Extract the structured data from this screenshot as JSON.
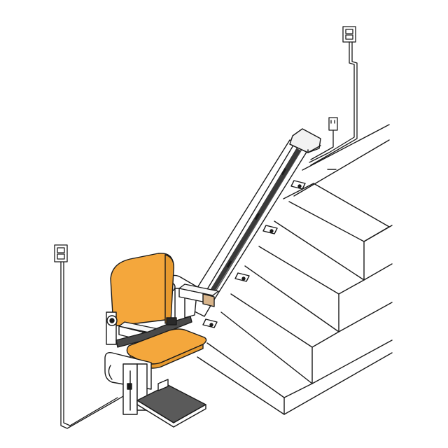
{
  "diagram": {
    "components": [
      {
        "id": "call-station-top",
        "icon": "call-station-icon"
      },
      {
        "id": "call-station-bottom",
        "icon": "call-station-icon"
      },
      {
        "id": "power-outlet",
        "icon": "power-outlet-icon"
      },
      {
        "id": "rail",
        "icon": "rail"
      },
      {
        "id": "chair",
        "icon": "chair-seat"
      },
      {
        "id": "footrest",
        "icon": "footrest"
      },
      {
        "id": "stairs",
        "icon": "staircase"
      }
    ],
    "colors": {
      "seat": "#F4A73C",
      "seat_outline": "#1a1a1a",
      "footrest": "#5a5a5a",
      "armrest_tip": "#d8b48a",
      "line": "#1a1a1a",
      "background": "#ffffff"
    }
  }
}
